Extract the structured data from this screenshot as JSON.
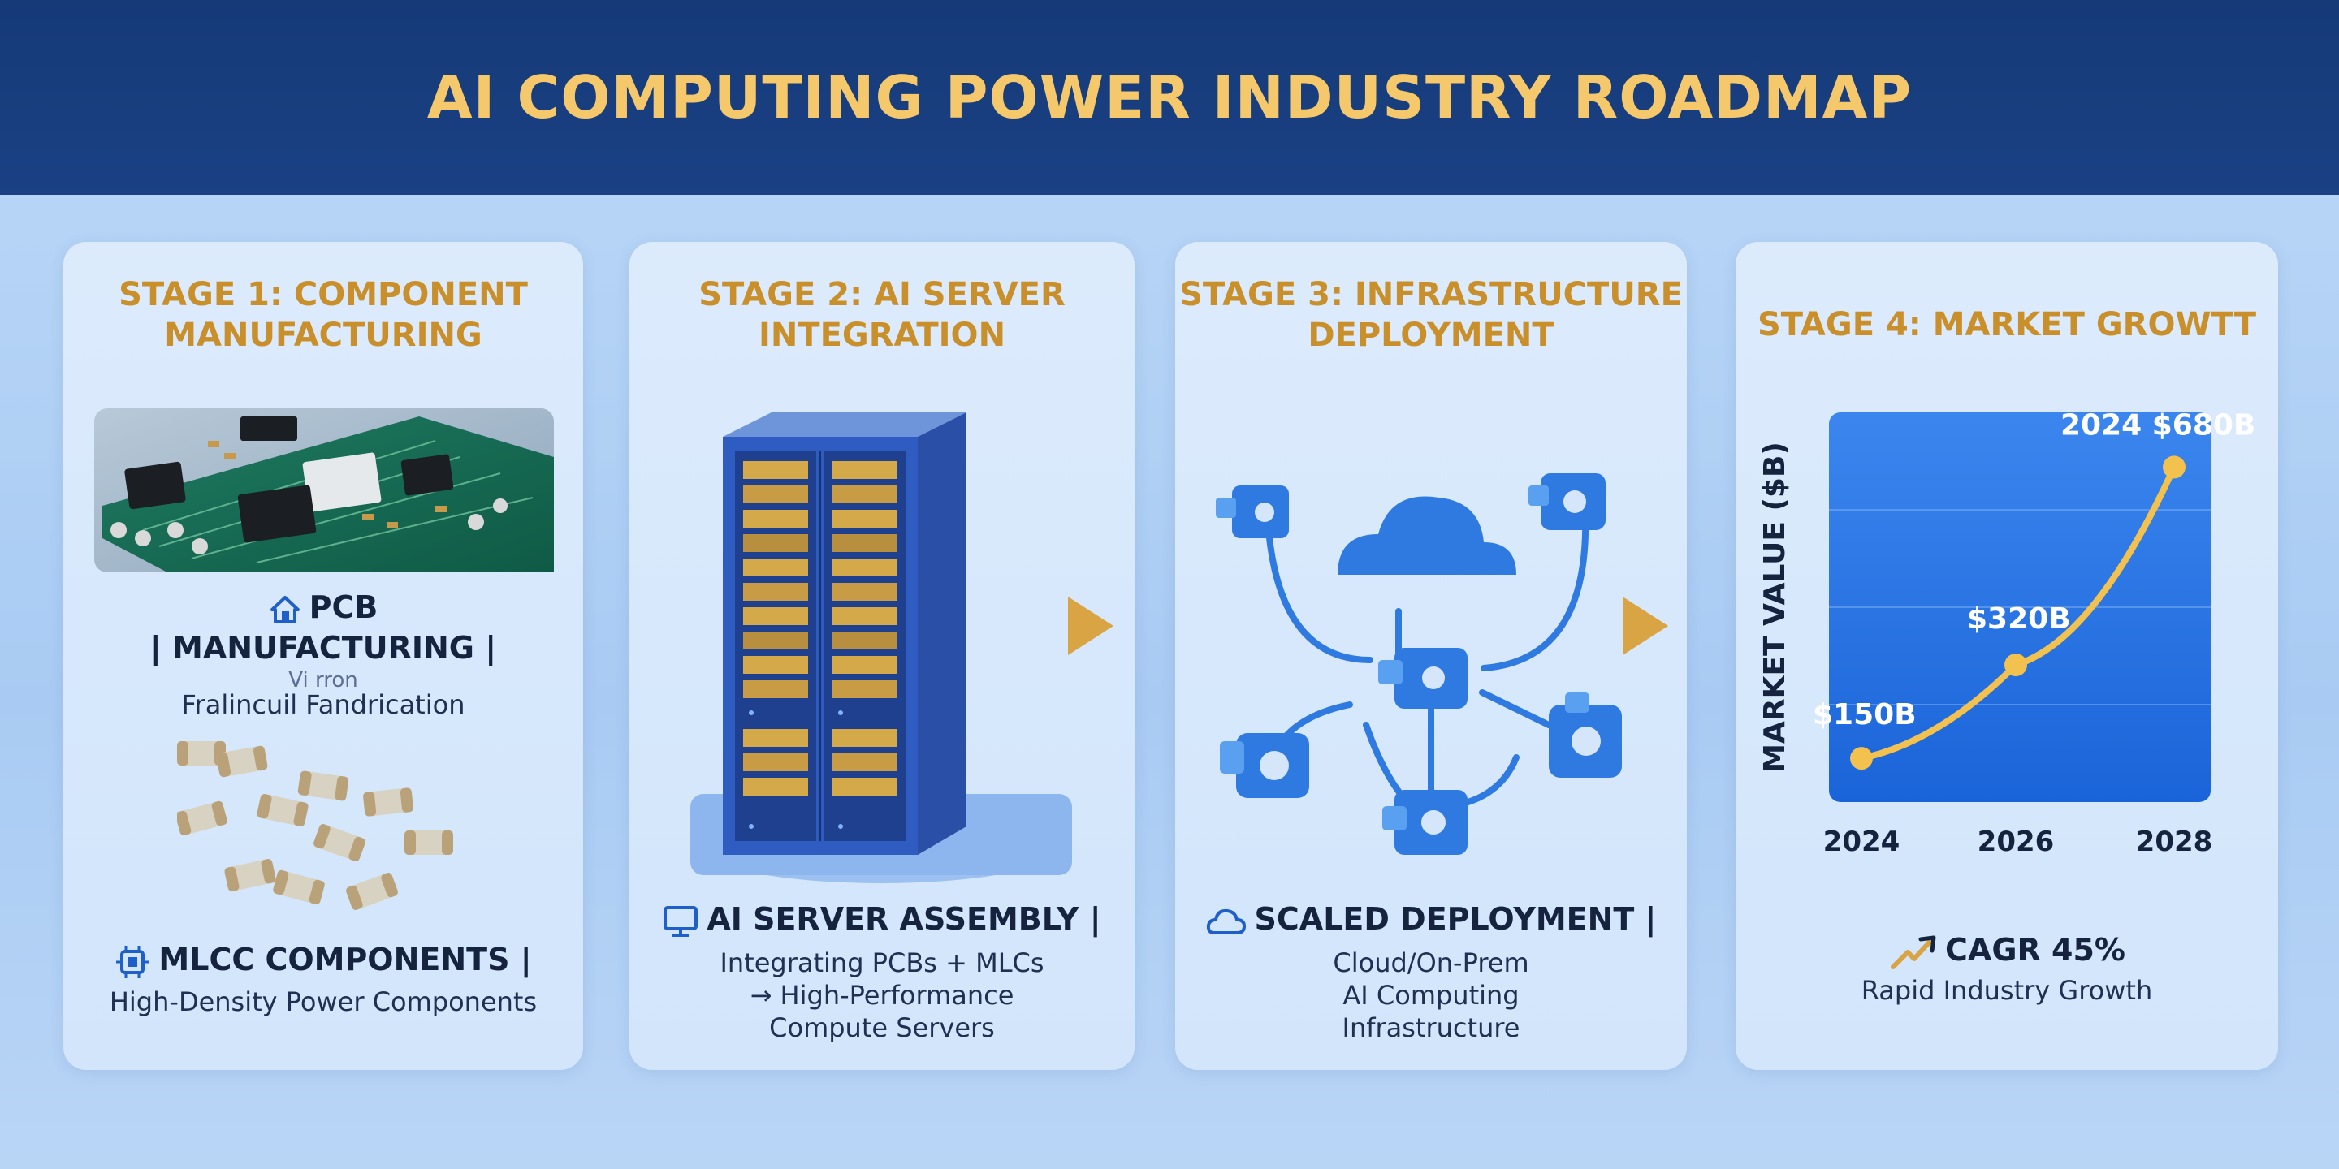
{
  "header": {
    "title": "AI COMPUTING POWER INDUSTRY ROADMAP"
  },
  "stages": [
    {
      "title_line1": "STAGE 1: COMPONENT",
      "title_line2": "MANUFACTURING",
      "pcb_label": "PCB",
      "pcb_sub": "| MANUFACTURING |",
      "pcb_caption_faint": "Vi    rron",
      "pcb_caption": "Fralincuil Fandrication",
      "mlcc_label": "MLCC COMPONENTS |",
      "mlcc_sub": "High-Density Power Components"
    },
    {
      "title_line1": "STAGE 2: AI SERVER",
      "title_line2": "INTEGRATION",
      "label": "AI SERVER ASSEMBLY |",
      "sub_line1": "Integrating PCBs + MLCs",
      "sub_line2": "→ High-Performance",
      "sub_line3": "Compute Servers"
    },
    {
      "title_line1": "STAGE 3: INFRASTRUCTURE",
      "title_line2": "DEPLOYMENT",
      "label": "SCALED DEPLOYMENT |",
      "sub_line1": "Cloud/On-Prem",
      "sub_line2": "AI Computing",
      "sub_line3": "Infrastructure"
    },
    {
      "title_line1": "STAGE 4: MARKET GROWTT",
      "label": "CAGR 45%",
      "sub_line1": "Rapid Industry Growth"
    }
  ],
  "colors": {
    "header_bg": "#163a78",
    "title_gold": "#f5c96b",
    "stage_gold": "#c98f2a",
    "arrow_gold": "#d9a443",
    "chart_blue": "#1f6fe0",
    "line_gold": "#f2c14e"
  },
  "chart_data": {
    "type": "line",
    "title": "",
    "xlabel": "",
    "ylabel": "MARKET VALUE ($B)",
    "categories": [
      "2024",
      "2026",
      "2028"
    ],
    "series": [
      {
        "values": [
          150,
          320,
          680
        ]
      }
    ],
    "point_labels": [
      "$150B",
      "$320B",
      "2024 $680B"
    ],
    "ylim": [
      100,
      750
    ],
    "grid": true
  }
}
